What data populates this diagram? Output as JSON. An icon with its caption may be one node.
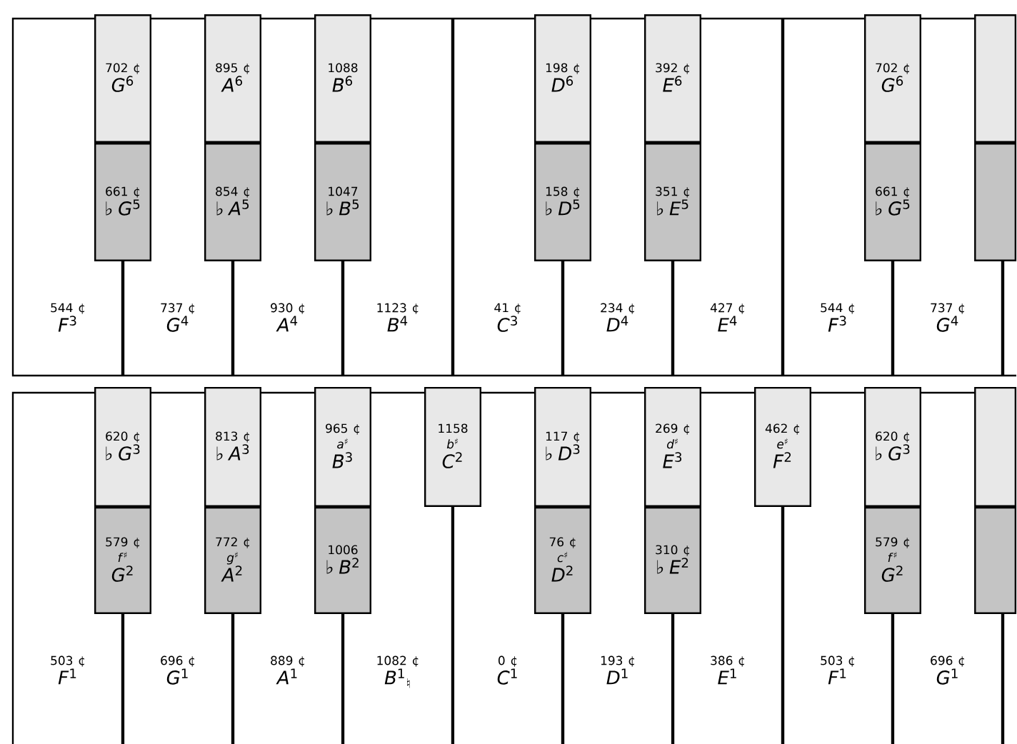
{
  "diagram": {
    "nodes": [
      {
        "text": [
          "702 ¢",
          "*G*$^{6}$"
        ]
      },
      {
        "text": [
          "895 ¢",
          "*A*$^{6}$"
        ]
      },
      {
        "text": [
          "1088",
          "*B*$^{6}$"
        ]
      },
      {
        "text": [
          "198 ¢",
          "*D*$^{6}$"
        ]
      },
      {
        "text": [
          "392 ¢",
          "*E*$^{6}$"
        ]
      },
      {
        "text": [
          "702 ¢",
          "*G*$^{6}$"
        ]
      },
      {
        "text": [],
        "shape": "box"
      },
      {
        "text": [
          "661 ¢",
          "♭ *G*$^{5}$"
        ]
      },
      {
        "text": [
          "854 ¢",
          "♭ *A*$^{5}$"
        ]
      },
      {
        "text": [
          "1047",
          "♭ *B*$^{5}$"
        ]
      },
      {
        "text": [
          "158 ¢",
          "♭ *D*$^{5}$"
        ]
      },
      {
        "text": [
          "351 ¢",
          "♭ *E*$^{5}$"
        ]
      },
      {
        "text": [
          "661 ¢",
          "♭ *G*$^{5}$"
        ]
      },
      {
        "text": [],
        "shape": "box"
      },
      {
        "text": [
          "544 ¢",
          "*F*$^{3}$"
        ]
      },
      {
        "text": [
          "737 ¢",
          "*G*$^{4}$"
        ]
      },
      {
        "text": [
          "930 ¢",
          "*A*$^{4}$"
        ]
      },
      {
        "text": [
          "1123 ¢",
          "*B*$^{4}$"
        ]
      },
      {
        "text": [
          "41 ¢",
          "*C*$^{3}$"
        ]
      },
      {
        "text": [
          "234 ¢",
          "*D*$^{4}$"
        ]
      },
      {
        "text": [
          "427 ¢",
          "*E*$^{4}$"
        ]
      },
      {
        "text": [
          "544 ¢",
          "*F*$^{3}$"
        ]
      },
      {
        "text": [
          "737 ¢",
          "*G*$^{4}$"
        ]
      },
      {
        "text": [
          "620 ¢",
          "♭ *G*$^{3}$"
        ]
      },
      {
        "text": [
          "813 ¢",
          "♭ *A*$^{3}$"
        ]
      },
      {
        "text": [
          "965 ¢",
          "*a*$^{♯}$",
          "*B*$^{3}$"
        ]
      },
      {
        "text": [
          "1158",
          "*b*$^{♯}$",
          "*C*$^{2}$"
        ]
      },
      {
        "text": [
          "117 ¢",
          "♭ *D*$^{3}$"
        ]
      },
      {
        "text": [
          "269 ¢",
          "*d*$^{♯}$",
          "*E*$^{3}$"
        ]
      },
      {
        "text": [
          "462 ¢",
          "*e*$^{♯}$",
          "*F*$^{2}$"
        ]
      },
      {
        "text": [
          "620 ¢",
          "♭ *G*$^{3}$"
        ]
      },
      {
        "text": [],
        "shape": "box"
      },
      {
        "text": [
          "579 ¢",
          "*f*$^{♯}$",
          "*G*$^{2}$"
        ]
      },
      {
        "text": [
          "772 ¢",
          "*g*$^{♯}$",
          "*A*$^{2}$"
        ]
      },
      {
        "text": [
          "1006",
          "♭ *B*$^{2}$"
        ]
      },
      {
        "text": [
          "76 ¢",
          "*c*$^{♯}$",
          "*D*$^{2}$"
        ]
      },
      {
        "text": [
          "310 ¢",
          "♭ *E*$^{2}$"
        ]
      },
      {
        "text": [
          "579 ¢",
          "*f*$^{♯}$",
          "*G*$^{2}$"
        ]
      },
      {
        "text": [],
        "shape": "box"
      },
      {
        "text": [
          "503 ¢",
          "*F*$^{1}$"
        ]
      },
      {
        "text": [
          "696 ¢",
          "*G*$^{1}$"
        ]
      },
      {
        "text": [
          "889 ¢",
          "*A*$^{1}$"
        ]
      },
      {
        "text": [
          "1082 ¢",
          "*B*$^{1}$$_{♮}$"
        ]
      },
      {
        "text": [
          "0 ¢",
          "*C*$^{1}$"
        ]
      },
      {
        "text": [
          "193 ¢",
          "*D*$^{1}$"
        ]
      },
      {
        "text": [
          "386 ¢",
          "*E*$^{1}$"
        ]
      },
      {
        "text": [
          "503 ¢",
          "*F*$^{1}$"
        ]
      },
      {
        "text": [
          "696 ¢",
          "*G*$^{1}$"
        ]
      }
    ]
  }
}
